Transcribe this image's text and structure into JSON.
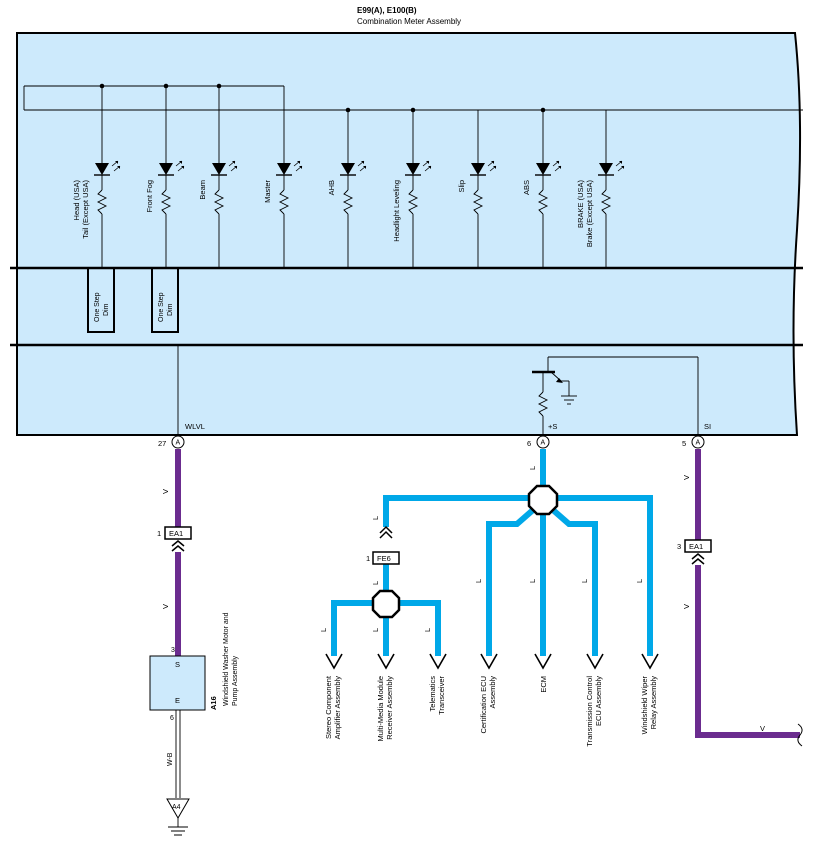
{
  "header": {
    "connector_codes": "E99(A), E100(B)",
    "component_name": "Combination Meter Assembly"
  },
  "lamps": [
    {
      "label_line1": "Head (USA)",
      "label_line2": "Tail (Except USA)"
    },
    {
      "label_line1": "Front Fog",
      "label_line2": ""
    },
    {
      "label_line1": "Beam",
      "label_line2": ""
    },
    {
      "label_line1": "Master",
      "label_line2": ""
    },
    {
      "label_line1": "AHB",
      "label_line2": ""
    },
    {
      "label_line1": "Headlight Leveling",
      "label_line2": ""
    },
    {
      "label_line1": "Slip",
      "label_line2": ""
    },
    {
      "label_line1": "ABS",
      "label_line2": ""
    },
    {
      "label_line1": "BRAKE (USA)",
      "label_line2": "Brake (Except USA)"
    }
  ],
  "dim_boxes": [
    {
      "line1": "One Step",
      "line2": "Dim"
    },
    {
      "line1": "One Step",
      "line2": "Dim"
    }
  ],
  "terminals": {
    "wlvl": {
      "name": "WLVL",
      "pin": "27",
      "letter": "A"
    },
    "plus_s": {
      "name": "+S",
      "pin": "6",
      "letter": "A"
    },
    "si": {
      "name": "SI",
      "pin": "5",
      "letter": "A"
    }
  },
  "connectors": {
    "ea1_left": {
      "pin": "1",
      "code": "EA1"
    },
    "ea1_right": {
      "pin": "3",
      "code": "EA1"
    },
    "fe6": {
      "pin": "1",
      "code": "FE6"
    }
  },
  "wire_colors": {
    "violet": "V",
    "blue": "L",
    "ground": "W-B",
    "violet_hex": "#6b2c8f",
    "blue_hex": "#00a8e8",
    "fill_hex": "#cdeafc"
  },
  "washer": {
    "code": "A16",
    "name_line1": "Windshield Washer Motor and",
    "name_line2": "Pump Assembly",
    "pin_s": "3",
    "pin_e": "6",
    "s_label": "S",
    "e_label": "E"
  },
  "ground_point": "A4",
  "destinations": [
    {
      "line1": "Stereo Component",
      "line2": "Amplifier Assembly"
    },
    {
      "line1": "Multi-Media Module",
      "line2": "Receiver Assembly"
    },
    {
      "line1": "Telematics",
      "line2": "Transceiver"
    },
    {
      "line1": "Certification ECU",
      "line2": "Assembly"
    },
    {
      "line1": "ECM",
      "line2": ""
    },
    {
      "line1": "Transmission Control",
      "line2": "ECU Assembly"
    },
    {
      "line1": "Windshield Wiper",
      "line2": "Relay Assembly"
    }
  ]
}
